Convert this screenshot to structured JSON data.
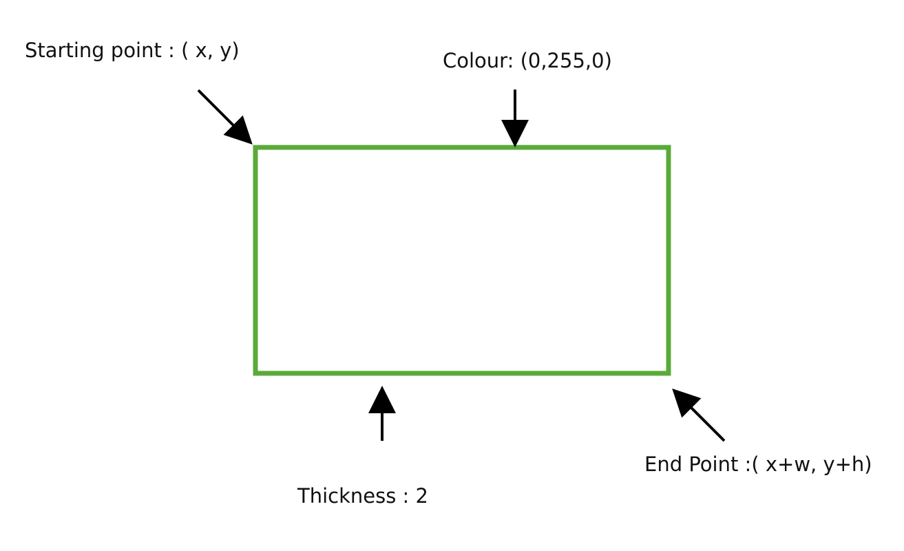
{
  "labels": {
    "starting_point": "Starting point : ( x, y)",
    "colour": "Colour:  (0,255,0)",
    "end_point": "End Point :( x+w, y+h)",
    "thickness": "Thickness : 2"
  },
  "rectangle": {
    "stroke_color": "#5aaa3a"
  },
  "arrow_color": "#000000"
}
